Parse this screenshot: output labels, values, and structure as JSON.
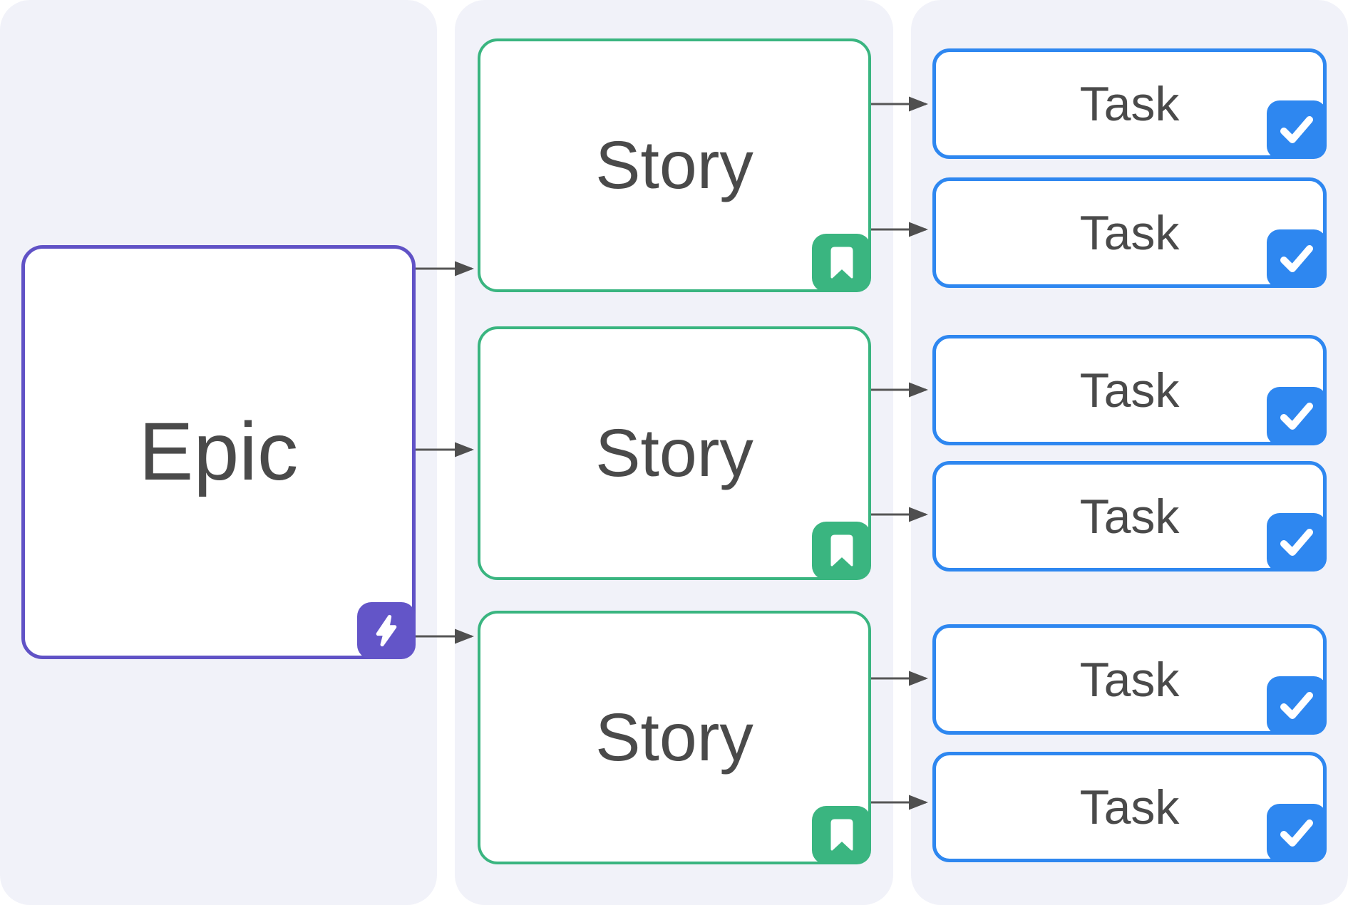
{
  "canvas": {
    "background": "#ffffff",
    "panel_background": "#f1f2f9",
    "text_color": "#4a4a4a",
    "arrow_color": "#555555"
  },
  "diagram": {
    "epic": {
      "label": "Epic",
      "border_color": "#6052c6",
      "badge_color": "#6355c8",
      "badge_icon": "lightning-icon"
    },
    "stories": {
      "border_color": "#3ab580",
      "badge_color": "#3ab580",
      "badge_icon": "bookmark-icon",
      "nodes": [
        {
          "label": "Story"
        },
        {
          "label": "Story"
        },
        {
          "label": "Story"
        }
      ]
    },
    "tasks": {
      "border_color": "#2e87f0",
      "badge_color": "#2e87f0",
      "badge_icon": "check-icon",
      "nodes": [
        {
          "label": "Task"
        },
        {
          "label": "Task"
        },
        {
          "label": "Task"
        },
        {
          "label": "Task"
        },
        {
          "label": "Task"
        },
        {
          "label": "Task"
        }
      ]
    },
    "connections": [
      "epic->story-1",
      "epic->story-2",
      "epic->story-3",
      "story-1->task-1",
      "story-1->task-2",
      "story-2->task-3",
      "story-2->task-4",
      "story-3->task-5",
      "story-3->task-6"
    ]
  }
}
